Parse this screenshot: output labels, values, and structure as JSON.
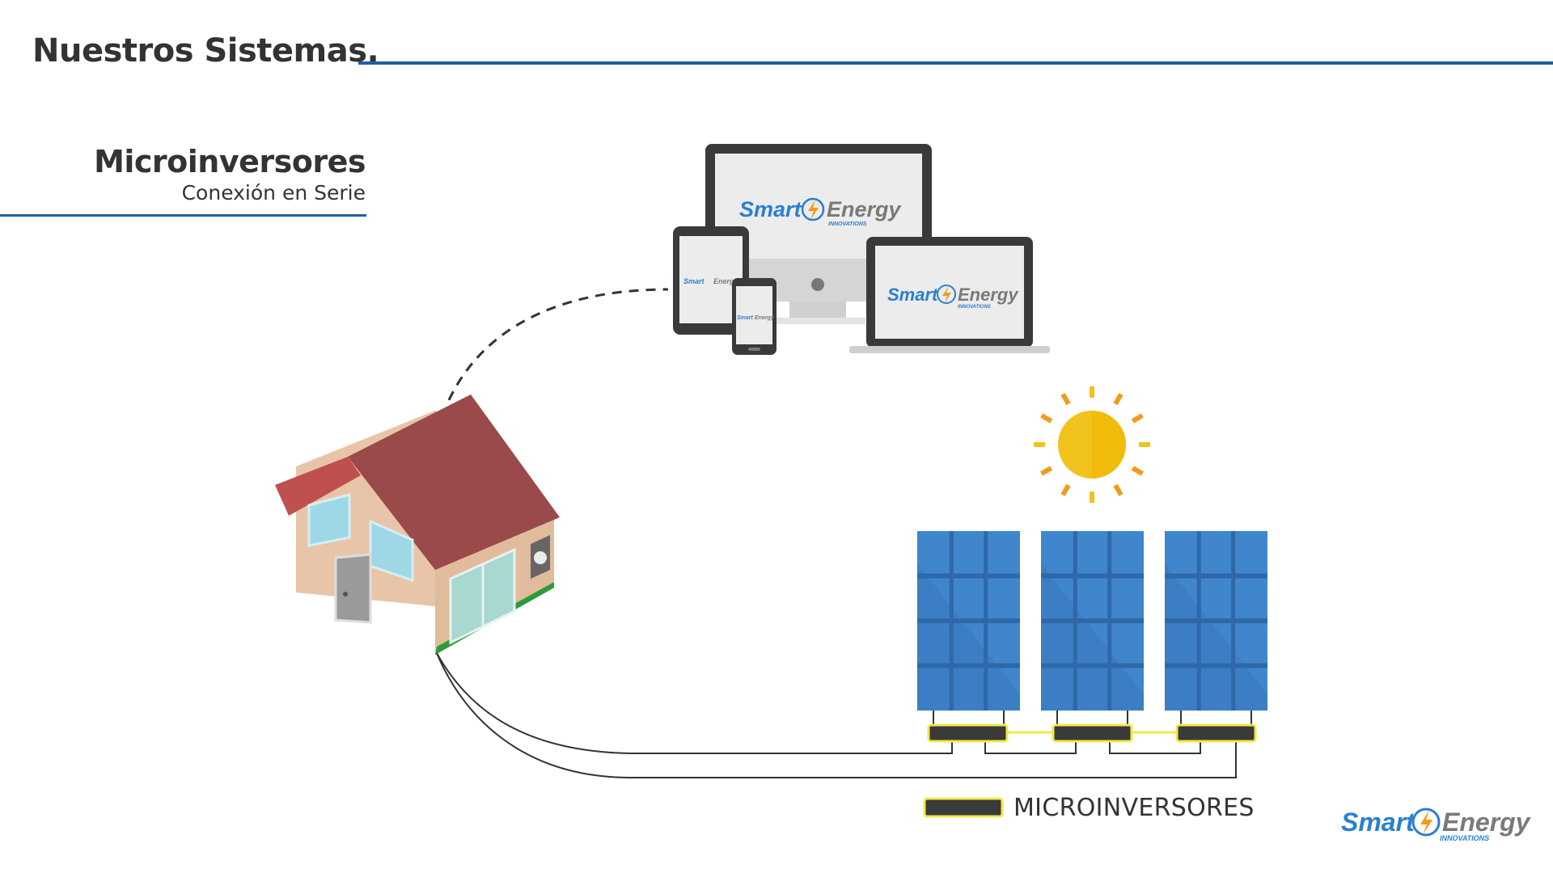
{
  "header": {
    "title": "Nuestros Sistemas."
  },
  "section": {
    "title": "Microinversores",
    "subtitle": "Conexión en Serie"
  },
  "legend": {
    "label": "MICROINVERSORES"
  },
  "brand": {
    "word1": "Smart",
    "word2": "Energy",
    "tagline": "INNOVATIONS"
  },
  "colors": {
    "accent_blue": "#1f5fa3",
    "brand_blue": "#2a7fd1",
    "brand_gray": "#7a7a7a",
    "panel_blue": "#3f86cc",
    "sun_yellow": "#f2c31c",
    "ray_orange": "#f29a1c",
    "roof_red": "#9a4a4a",
    "wall_peach": "#e8c5a8",
    "grass_green": "#2a9c3c",
    "inverter_yellow": "#f0e84a"
  },
  "icons": [
    "desktop-monitor-icon",
    "tablet-icon",
    "phone-icon",
    "laptop-icon",
    "house-icon",
    "sun-icon",
    "solar-panel-icon",
    "microinverter-icon"
  ]
}
